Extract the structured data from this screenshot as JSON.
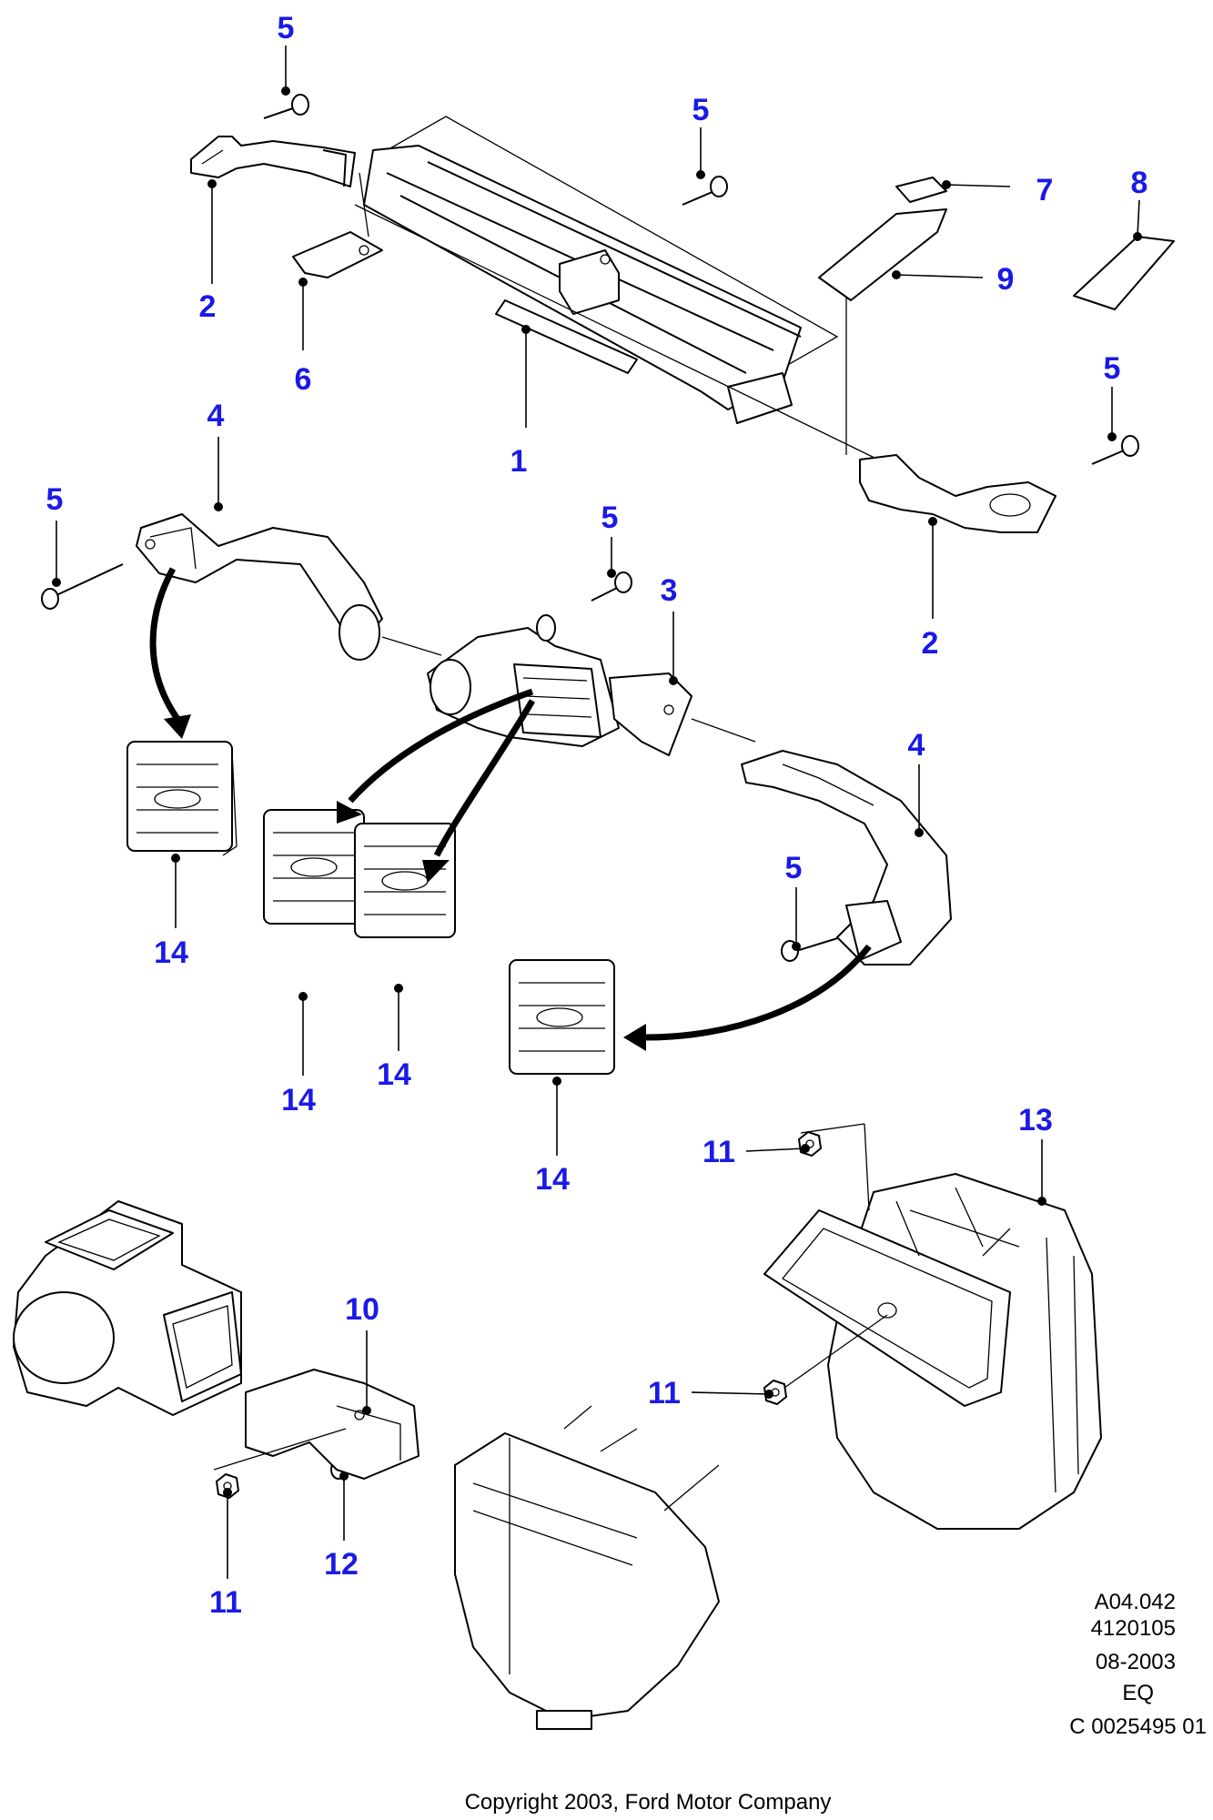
{
  "label_color": "#1a1ae6",
  "callouts": [
    "5",
    "2",
    "6",
    "5",
    "1",
    "7",
    "9",
    "8",
    "5",
    "2",
    "4",
    "5",
    "5",
    "3",
    "4",
    "5",
    "14",
    "14",
    "14",
    "14",
    "13",
    "11",
    "11",
    "10",
    "11",
    "12"
  ],
  "meta": {
    "ref": "A04.042",
    "code": "4120105",
    "date": "08-2003",
    "variant": "EQ",
    "catalog": "C 0025495 01"
  },
  "copyright": "Copyright 2003, Ford Motor Company"
}
